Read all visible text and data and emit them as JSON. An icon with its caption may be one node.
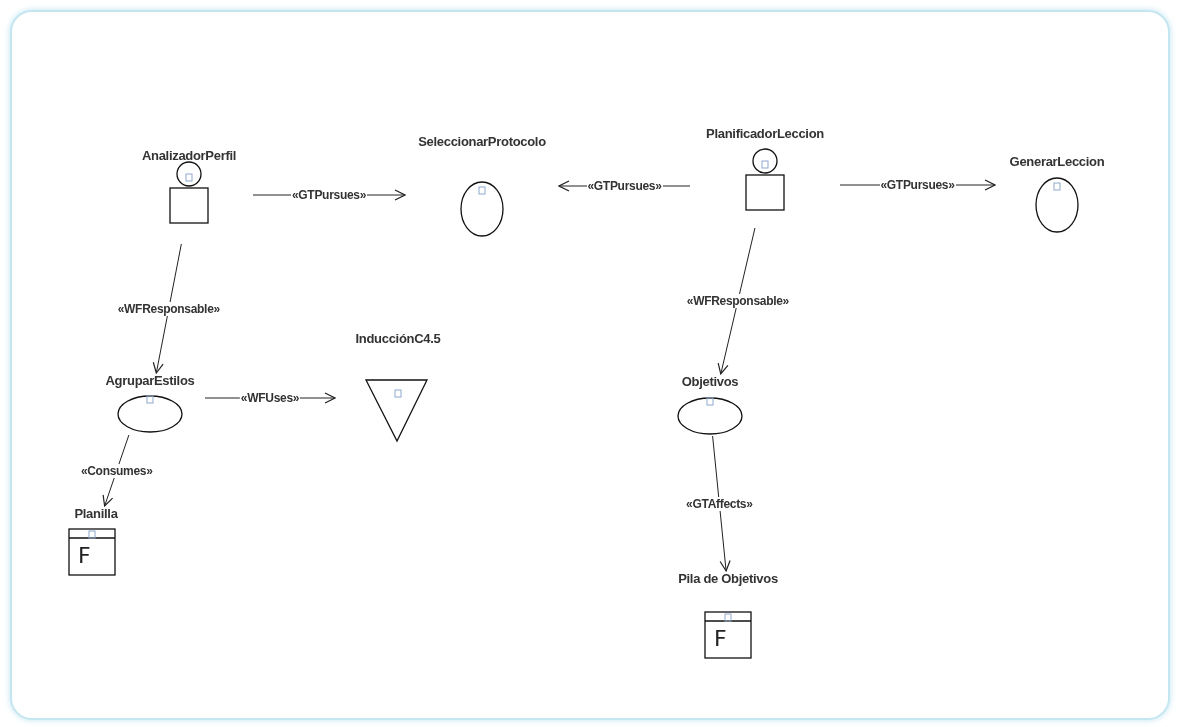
{
  "diagram": {
    "nodes": [
      {
        "text": [
          "AnalizadorPerfil"
        ]
      },
      {
        "text": [
          "SeleccionarProtocolo"
        ]
      },
      {
        "text": [
          "PlanificadorLeccion"
        ]
      },
      {
        "text": [
          "GenerarLeccion"
        ]
      },
      {
        "text": [
          "AgruparEstilos"
        ]
      },
      {
        "text": [
          "InducciónC4.5"
        ]
      },
      {
        "text": [
          "Objetivos"
        ]
      },
      {
        "text": [
          "Planilla",
          "F"
        ]
      },
      {
        "text": [
          "Pila de Objetivos",
          "F"
        ]
      }
    ],
    "edges": [
      {
        "from": 0,
        "to": 1,
        "arrow": "to",
        "label": "«GTPursues»"
      },
      {
        "from": 2,
        "to": 1,
        "arrow": "to",
        "label": "«GTPursues»"
      },
      {
        "from": 2,
        "to": 3,
        "arrow": "to",
        "label": "«GTPursues»"
      },
      {
        "from": 0,
        "to": 4,
        "arrow": "to",
        "label": "«WFResponsable»"
      },
      {
        "from": 4,
        "to": 5,
        "arrow": "to",
        "label": "«WFUses»"
      },
      {
        "from": 4,
        "to": 7,
        "arrow": "to",
        "label": "«Consumes»"
      },
      {
        "from": 2,
        "to": 6,
        "arrow": "to",
        "label": "«WFResponsable»"
      },
      {
        "from": 6,
        "to": 8,
        "arrow": "to",
        "label": "«GTAffects»"
      }
    ]
  }
}
